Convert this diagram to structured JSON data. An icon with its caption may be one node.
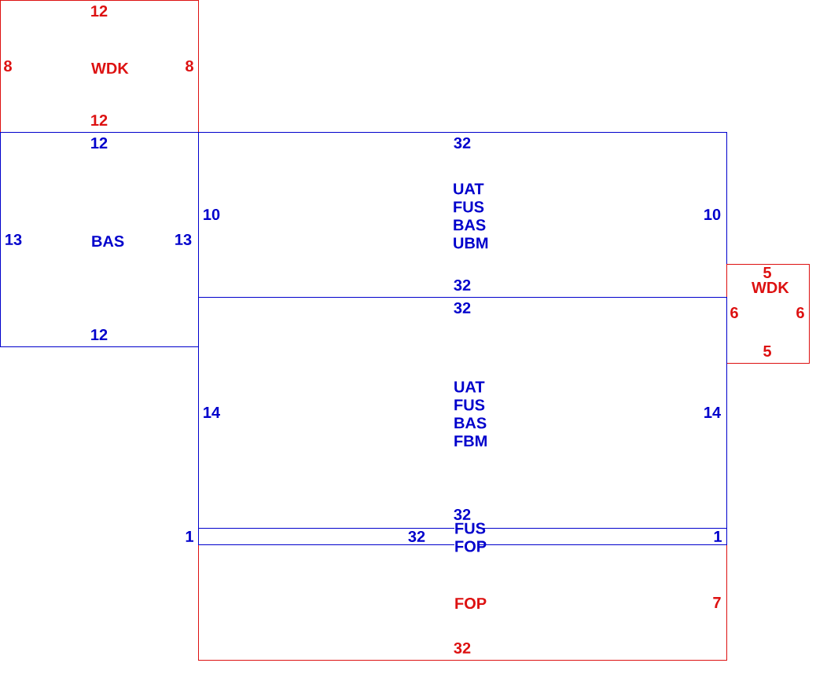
{
  "diagram": {
    "nodes": [
      {
        "text": [
          "12",
          "8",
          "WDK",
          "8",
          "12"
        ]
      },
      {
        "text": [
          "12",
          "13",
          "BAS",
          "13",
          "12"
        ]
      },
      {
        "text": [
          "32",
          "10",
          "UAT FUS BAS UBM",
          "10",
          "32"
        ]
      },
      {
        "text": [
          "5",
          "WDK",
          "6",
          "6",
          "5"
        ]
      },
      {
        "text": [
          "32",
          "14",
          "UAT FUS BAS FBM",
          "14",
          "32"
        ]
      },
      {
        "text": [
          "32",
          "FUS FOP",
          "1"
        ],
        "beside": [
          "1"
        ]
      },
      {
        "text": [
          "FOP",
          "7",
          "32"
        ]
      }
    ]
  }
}
